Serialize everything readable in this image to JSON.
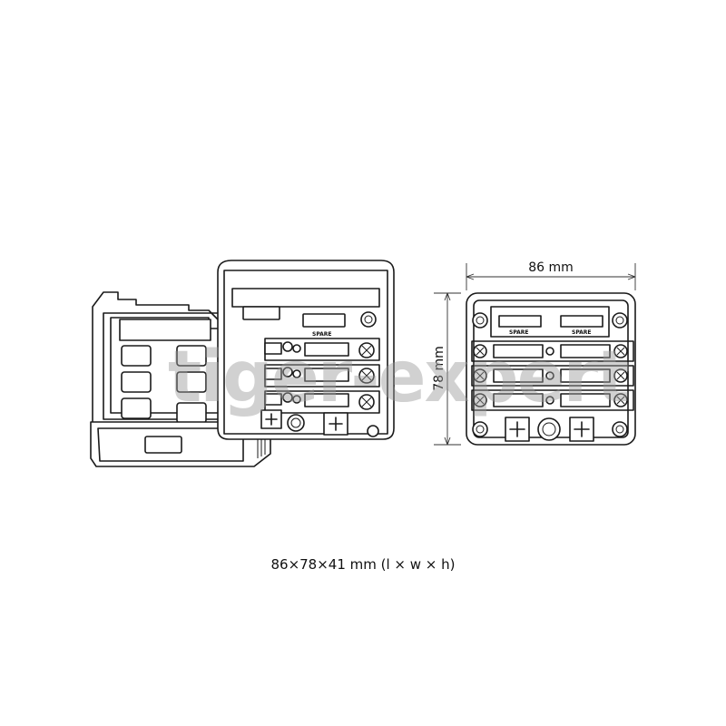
{
  "watermark": "tiger-expert",
  "dimensions": {
    "width_label": "86 mm",
    "height_label": "78 mm",
    "caption": "86×78×41 mm (l × w × h)"
  },
  "fuse_labels": {
    "spare": "SPARE"
  },
  "icons": [
    "screw-icon",
    "plus-terminal-icon",
    "mounting-hole-icon"
  ]
}
